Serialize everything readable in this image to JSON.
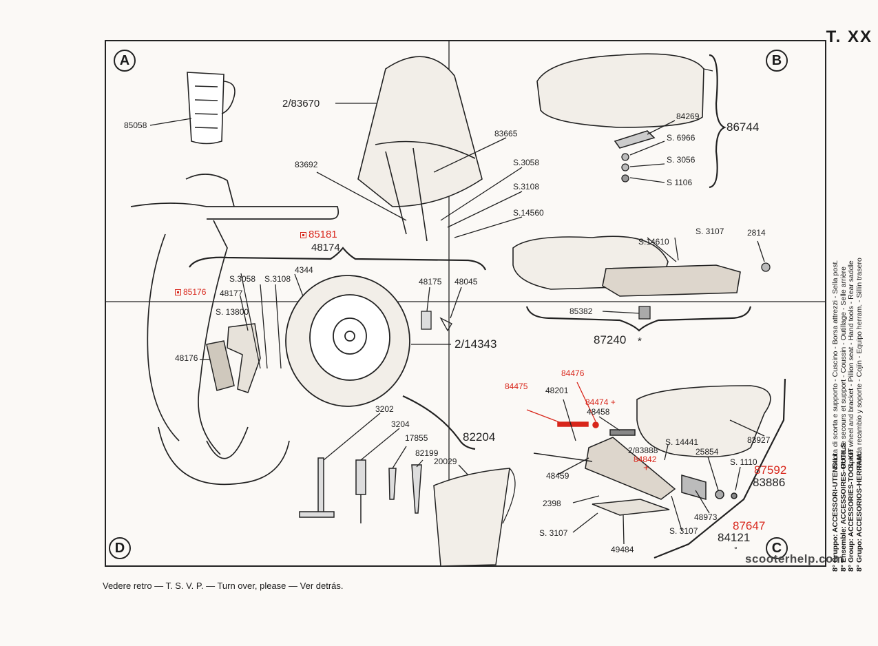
{
  "plate": "T. XX",
  "corners": {
    "a": "A",
    "b": "B",
    "c": "C",
    "d": "D"
  },
  "footer": "Vedere retro — T. S. V. P. — Turn over, please — Ver detrás.",
  "watermark": "scooterhelp.com",
  "groups": [
    {
      "key": "8° Gruppo:",
      "value": "ACCESSORI-UTENSILI",
      "desc": "Ruota di scorta e supporto - Cuscino - Borsa attrezzi - Sella post."
    },
    {
      "key": "8° Ensemble:",
      "value": "ACCESSOIRES-OUTILS",
      "desc": "Roue de secours et support - Coussin - Outillage - Selle arrière"
    },
    {
      "key": "8° Group:",
      "value": "ACCESSORIES-TOOL KIT",
      "desc": "Spare wheel and bracket - Pillion seat - Hand tools - Rear saddle"
    },
    {
      "key": "8° Grupo:",
      "value": "ACCESORIOS-HERRAM.",
      "desc": "Rueda recambio y soporte - Cojín - Equipo herram. - Sillín trasero"
    }
  ],
  "labels": {
    "p85058": "85058",
    "p2_83670": "2/83670",
    "p83665": "83665",
    "p83692": "83692",
    "pS3058a": "S.3058",
    "pS3108a": "S.3108",
    "pS14560": "S.14560",
    "p85181": "85181",
    "p48174": "48174",
    "p84269": "84269",
    "pS6966": "S. 6966",
    "pS3056": "S. 3056",
    "pS1106": "S 1106",
    "p86744": "86744",
    "pS14610": "S.14610",
    "pS3107a": "S. 3107",
    "p2814": "2814",
    "p85382": "85382",
    "p87240": "87240",
    "p87240star": "*",
    "p85176": "85176",
    "pS3058b": "S.3058",
    "pS3108b": "S.3108",
    "p4344": "4344",
    "p48177": "48177",
    "pS13800": "S. 13800",
    "p48176": "48176",
    "p48175": "48175",
    "p48045": "48045",
    "p2_14343": "2/14343",
    "p3202": "3202",
    "p3204": "3204",
    "p17855": "17855",
    "p82199": "82199",
    "p82204": "82204",
    "p20029": "20029",
    "p84475": "84475",
    "p84476": "84476",
    "p48201": "48201",
    "p84474": "84474 +",
    "p48458": "48458",
    "p83927": "83927",
    "pS14441": "S. 14441",
    "p2_83888": "2/83888",
    "p84842": "84842",
    "p84842plus": "+",
    "p25854": "25854",
    "pS1110": "S. 1110",
    "p87592": "87592",
    "p83886": "83886",
    "p48459": "48459",
    "p2398": "2398",
    "p48973": "48973",
    "pS3107b": "S. 3107",
    "pS3107c": "S. 3107",
    "p49484": "49484",
    "p87647": "87647",
    "p84121": "84121",
    "p84121dot": "°"
  },
  "colors": {
    "ink": "#222222",
    "paper": "#fbf9f6",
    "red": "#d8261b"
  }
}
